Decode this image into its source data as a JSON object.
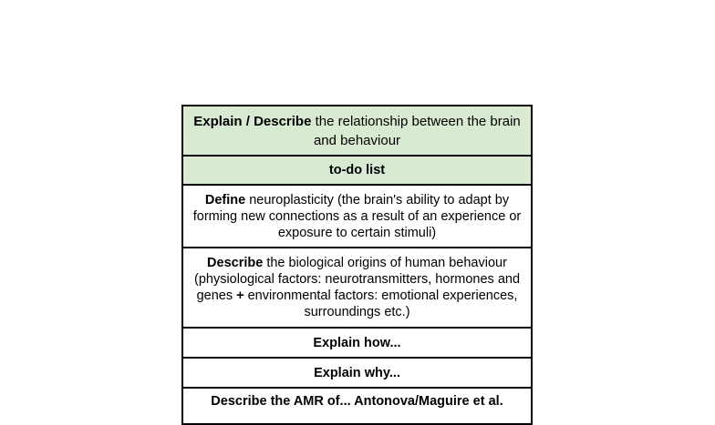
{
  "table": {
    "header": {
      "bold_text": "Explain / Describe",
      "text": " the relationship between the brain and behaviour",
      "background": "#d9ead3"
    },
    "subheader": {
      "text": "to-do list",
      "background": "#d9ead3"
    },
    "rows": [
      {
        "bold_text": "Define",
        "text": " neuroplasticity (the brain's ability to adapt by forming new connections as a result of an experience or exposure to certain stimuli)"
      },
      {
        "bold_text": "Describe",
        "text_before_plus": " the biological origins of human behaviour (physiological factors: neurotransmitters, hormones and genes ",
        "plus": "+",
        "text_after_plus": " environmental factors: emotional experiences, surroundings etc.)"
      },
      {
        "text": "Explain how..."
      },
      {
        "text": "Explain why..."
      },
      {
        "text": "Describe the AMR of... Antonova/Maguire et al."
      }
    ]
  }
}
